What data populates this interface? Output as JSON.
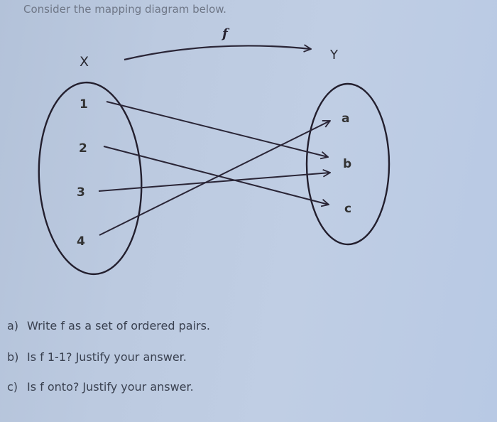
{
  "prompt": "Consider the mapping diagram below.",
  "diagram": {
    "function_name": "f",
    "domain_label": "X",
    "codomain_label": "Y",
    "domain": [
      "1",
      "2",
      "3",
      "4"
    ],
    "codomain": [
      "a",
      "b",
      "c"
    ],
    "mapping": [
      {
        "from": "1",
        "to": "b"
      },
      {
        "from": "2",
        "to": "c"
      },
      {
        "from": "3",
        "to": "b"
      },
      {
        "from": "4",
        "to": "a"
      }
    ],
    "line_color": "#2a2536"
  },
  "questions": [
    {
      "label": "a)",
      "text": "Write f as a set of ordered pairs."
    },
    {
      "label": "b)",
      "text": "Is f 1-1?  Justify your answer."
    },
    {
      "label": "c)",
      "text": "Is f onto?  Justify your answer."
    }
  ]
}
